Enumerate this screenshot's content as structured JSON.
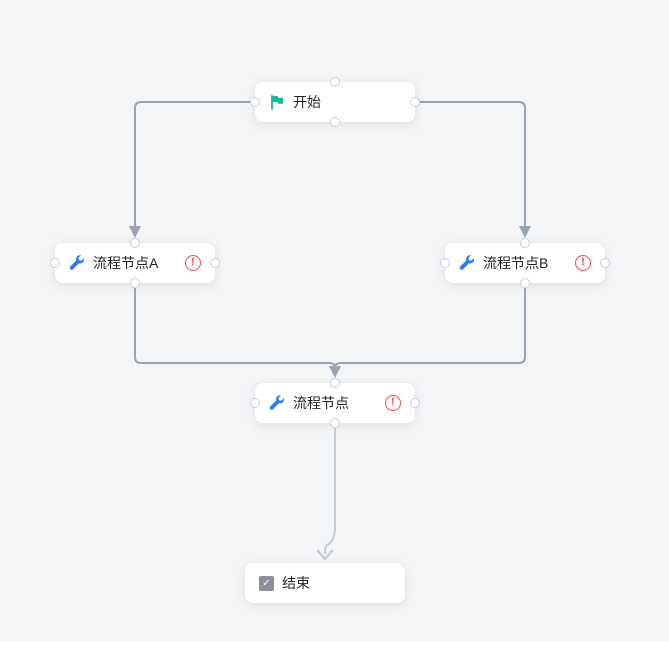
{
  "diagram": {
    "nodes": [
      {
        "id": "start",
        "label": "开始",
        "icon": "flag-icon",
        "has_warning": false
      },
      {
        "id": "process-a",
        "label": "流程节点A",
        "icon": "wrench-icon",
        "has_warning": true,
        "warning_glyph": "!"
      },
      {
        "id": "process-b",
        "label": "流程节点B",
        "icon": "wrench-icon",
        "has_warning": true,
        "warning_glyph": "!"
      },
      {
        "id": "process",
        "label": "流程节点",
        "icon": "wrench-icon",
        "has_warning": true,
        "warning_glyph": "!"
      },
      {
        "id": "end",
        "label": "结束",
        "icon": "checkbox-icon",
        "has_warning": false,
        "check_glyph": "✓"
      }
    ],
    "edges": [
      {
        "from": "start",
        "to": "process-a"
      },
      {
        "from": "start",
        "to": "process-b"
      },
      {
        "from": "process-a",
        "to": "process"
      },
      {
        "from": "process-b",
        "to": "process"
      },
      {
        "from": "process",
        "to": "end"
      }
    ],
    "colors": {
      "canvas_background": "#f4f5f7",
      "node_background": "#ffffff",
      "edge": "#99a2b3",
      "edge_light": "#c7cbd3",
      "flag_green": "#15b79e",
      "wrench_blue": "#2f7cf5",
      "warning_red": "#f04b4b",
      "checkbox_gray": "#8a8f99"
    }
  }
}
